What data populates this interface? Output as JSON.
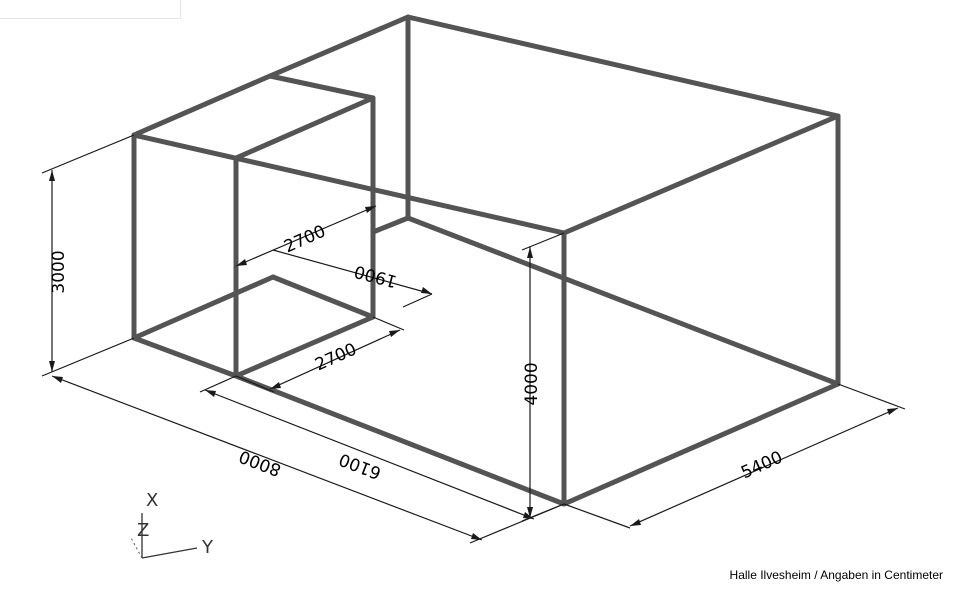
{
  "caption": "Halle Ilvesheim / Angaben in Centimeter",
  "dimensions": {
    "height_left": "3000",
    "height_right": "4000",
    "length_total": "8000",
    "length_main": "6100",
    "width": "5400",
    "annex_width_top": "2700",
    "annex_depth": "1900",
    "annex_width_bottom": "2700"
  },
  "axes": {
    "x": "X",
    "y": "Y",
    "z": "Z"
  }
}
